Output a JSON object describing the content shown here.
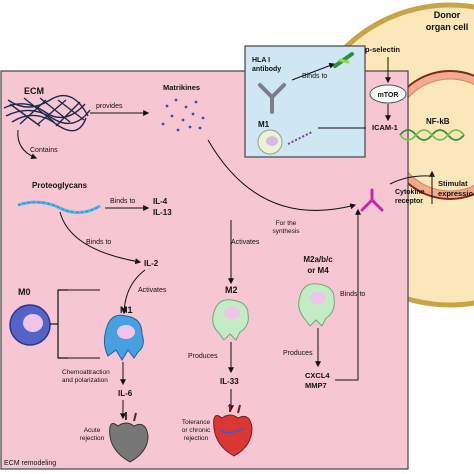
{
  "labels": {
    "donor_organ_cell": [
      "Donor",
      "organ cell"
    ],
    "hla_antibody": [
      "HLA I",
      "antibody"
    ],
    "binds_to_top": "Binds to",
    "p_selectin": "p-selectin",
    "mtor": "mTOR",
    "icam1": "ICAM-1",
    "m1_top": "M1",
    "nfkb": "NF-kB",
    "stimulates": [
      "Stimulat",
      "expressio"
    ],
    "cytokine_receptor": [
      "Cytokine",
      "receptor"
    ],
    "ecm": "ECM",
    "provides": "provides",
    "matrikines": "Matrikines",
    "contains": "Contains",
    "proteoglycans": "Proteoglycans",
    "for_synthesis": [
      "For the",
      "synthesis"
    ],
    "binds_to_il4": "Binds to",
    "il4_il13": [
      "IL-4",
      "IL-13"
    ],
    "binds_to_il2": "Binds to",
    "il2": "IL-2",
    "activates_m2": "Activates",
    "activates_m1": "Activates",
    "m0": "M0",
    "m1": "M1",
    "m2": "M2",
    "m2abc": [
      "M2a/b/c",
      "or M4"
    ],
    "binds_to_right": "Binds to",
    "chemo": [
      "Chemoattraction",
      "and polarization"
    ],
    "il6": "IL-6",
    "produces_m2": "Produces",
    "il33": "IL-33",
    "produces_m4": "Produces",
    "cxcl4": [
      "CXCL4",
      "MMP7"
    ],
    "acute_rejection": [
      "Acute",
      "rejection"
    ],
    "tolerance": [
      "Tolerance",
      "or chronic",
      "rejection"
    ],
    "ecm_remodeling": "ECM remodeling"
  },
  "colors": {
    "pink_panel": "#f7c6d3",
    "blue_panel": "#cfe7f3",
    "cell_fill": "#fbe7b9",
    "cell_border": "#c9a445",
    "nucleus_fill": "#f4a88c",
    "m0_blue": "#5464c6",
    "m1_blue": "#47a0e0",
    "m2_green": "#c2ebc6",
    "receptor_magenta": "#c62ca6"
  },
  "icons": [
    "ecm-fiber-mesh",
    "matrikine-dots",
    "proteoglycan-chain",
    "y-antibody",
    "macrophage-cell",
    "heart-organ",
    "dna-helix"
  ]
}
